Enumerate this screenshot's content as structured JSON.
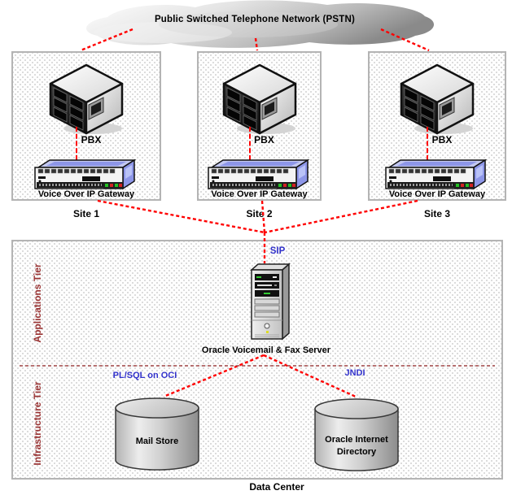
{
  "cloud": {
    "label": "Public Switched Telephone Network (PSTN)"
  },
  "sites": [
    {
      "label": "Site 1",
      "pbx_label": "PBX",
      "gateway_label": "Voice Over IP Gateway"
    },
    {
      "label": "Site 2",
      "pbx_label": "PBX",
      "gateway_label": "Voice Over IP Gateway"
    },
    {
      "label": "Site 3",
      "pbx_label": "PBX",
      "gateway_label": "Voice Over IP Gateway"
    }
  ],
  "data_center": {
    "label": "Data Center",
    "application_tier_label": "Applications Tier",
    "infrastructure_tier_label": "Infrastructure Tier",
    "server_label": "Oracle Voicemail & Fax Server",
    "sip_label": "SIP",
    "plsql_label": "PL/SQL on OCI",
    "jndi_label": "JNDI",
    "mail_store_label": "Mail Store",
    "oid_label": "Oracle Internet Directory"
  },
  "colors": {
    "connector_line": "#FF0000",
    "protocol_text": "#3333CC",
    "tier_text": "#993333",
    "tier_divider": "#A04545",
    "box_border": "#B4B4B4",
    "label_text": "#000000"
  }
}
